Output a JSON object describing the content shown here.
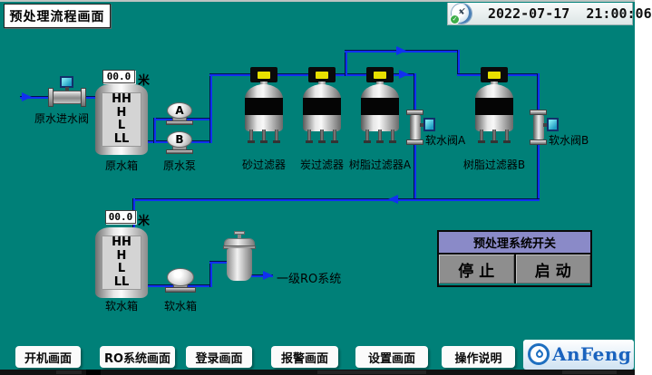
{
  "header": {
    "title": "预处理流程画面",
    "datetime": "2022-07-17  21:00:06"
  },
  "diagram": {
    "inlet_valve": {
      "label": "原水进水阀"
    },
    "raw_tank": {
      "value": "00.0",
      "unit": "米",
      "levels": [
        "HH",
        "H",
        "L",
        "LL"
      ],
      "label": "原水箱"
    },
    "raw_pumps": {
      "label": "原水泵",
      "a": "A",
      "b": "B"
    },
    "filters": [
      {
        "label": "砂过滤器"
      },
      {
        "label": "炭过滤器"
      },
      {
        "label": "树脂过滤器A"
      },
      {
        "label": "树脂过滤器B"
      }
    ],
    "soft_valve_a": {
      "label": "软水阀A"
    },
    "soft_valve_b": {
      "label": "软水阀B"
    },
    "soft_tank": {
      "value": "00.0",
      "unit": "米",
      "levels": [
        "HH",
        "H",
        "L",
        "LL"
      ],
      "label": "软水箱"
    },
    "soft_pump": {
      "label": "软水箱"
    },
    "ro_arrow": {
      "label": "一级RO系统"
    }
  },
  "control_panel": {
    "title": "预处理系统开关",
    "stop_label": "停 止",
    "start_label": "启 动"
  },
  "nav": {
    "buttons": [
      {
        "label": "开机画面"
      },
      {
        "label": "RO系统画面"
      },
      {
        "label": "登录画面"
      },
      {
        "label": "报警画面"
      },
      {
        "label": "设置画面"
      },
      {
        "label": "操作说明"
      }
    ]
  },
  "logo": {
    "text": "AnFeng",
    "check": "✓"
  },
  "colors": {
    "background": "#008078",
    "pipe_blue": "#1130f0",
    "panel_header_purple": "#8a8ac8",
    "button_gray": "#8e8e8e",
    "indicator_yellow": "#e8e000",
    "actuator_cyan": "#35c8dc",
    "logo_blue": "#1a63be"
  }
}
